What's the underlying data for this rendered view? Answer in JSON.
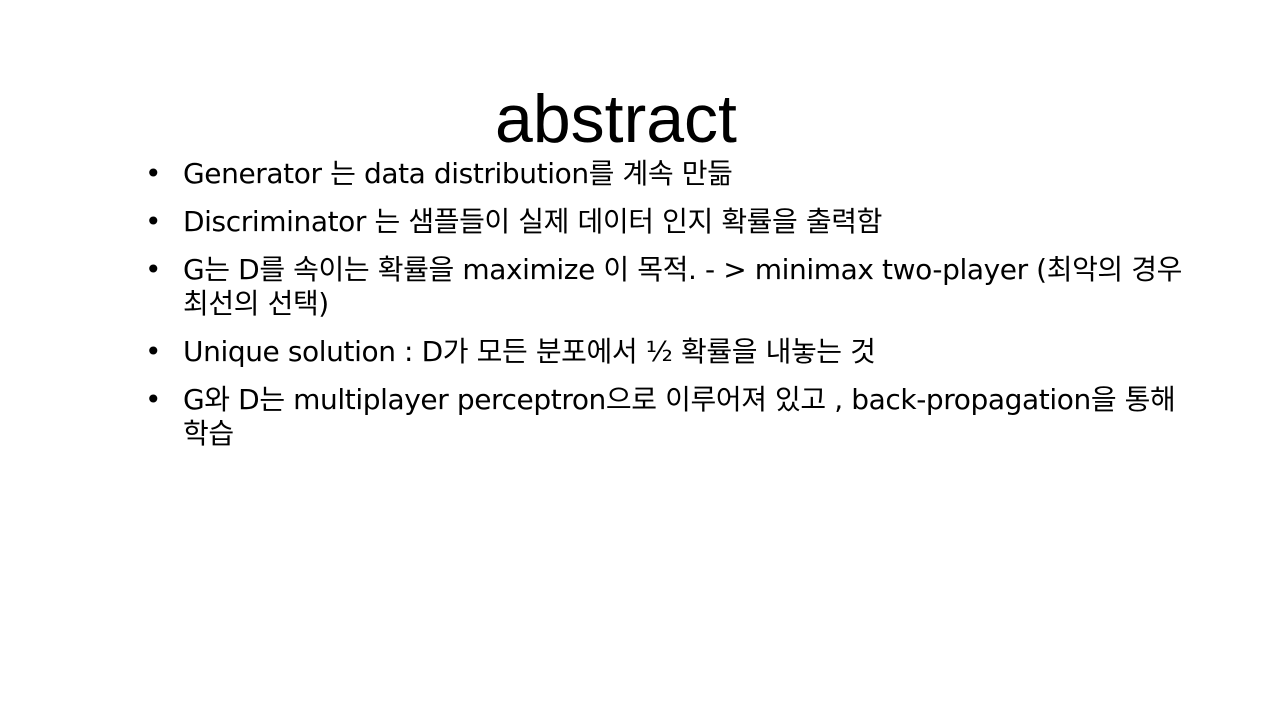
{
  "slide": {
    "title": "abstract",
    "bullet_glyph": "•",
    "bullets": [
      "Generator 는 data distribution를 계속 만듦",
      "Discriminator 는 샘플들이 실제 데이터 인지 확률을 출력함",
      "G는 D를 속이는 확률을 maximize 이 목적. - > minimax two-player (최악의 경우 최선의 선택)",
      "Unique solution : D가 모든 분포에서 ½ 확률을 내놓는 것",
      "G와 D는 multiplayer perceptron으로 이루어져 있고 , back-propagation을 통해 학습"
    ]
  }
}
